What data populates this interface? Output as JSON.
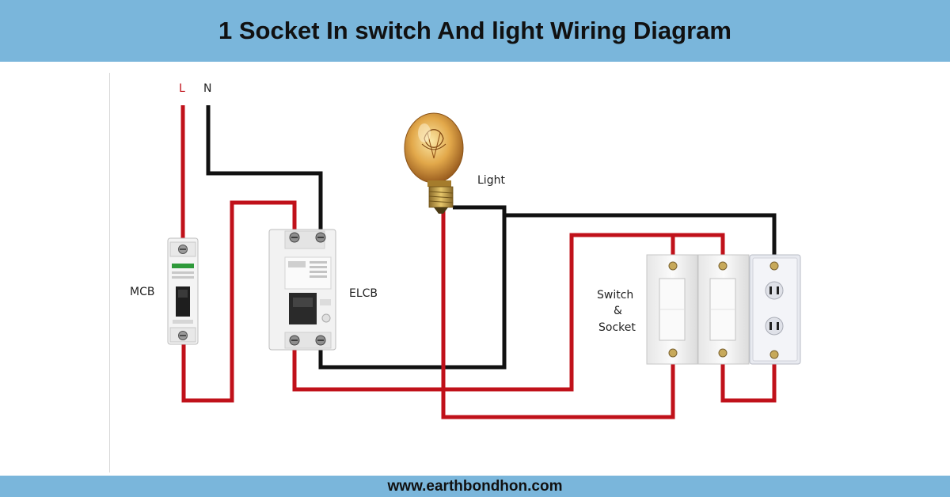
{
  "header": {
    "title": "1 Socket In switch And light Wiring Diagram"
  },
  "footer": {
    "website": "www.earthbondhon.com"
  },
  "labels": {
    "line": "L",
    "neutral": "N",
    "mcb": "MCB",
    "elcb": "ELCB",
    "light": "Light",
    "switch_line1": "Switch",
    "switch_line2": "&",
    "switch_line3": "Socket"
  },
  "colors": {
    "header_bg": "#7ab6db",
    "live_wire": "#c0111a",
    "neutral_wire": "#111111"
  }
}
